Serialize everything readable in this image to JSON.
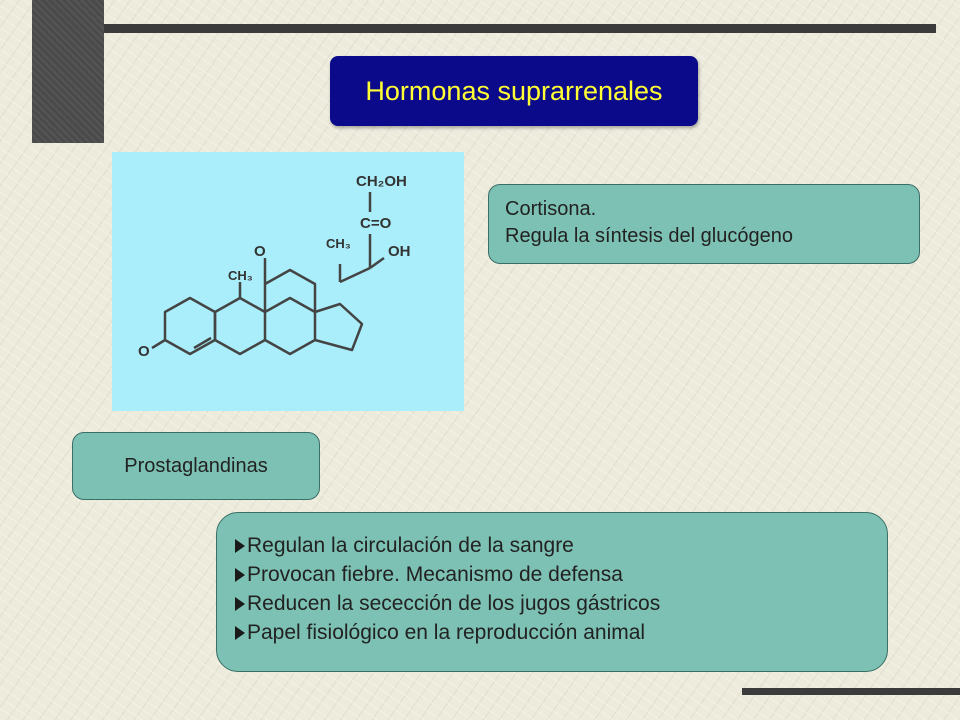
{
  "title": "Hormonas suprarrenales",
  "molecule": {
    "groups": {
      "ch2oh": "CH₂OH",
      "co": "C=O",
      "ch3_top": "CH₃",
      "oh": "OH",
      "ch3_left": "CH₃",
      "o_ketone_top": "O",
      "o_ketone_left": "O"
    }
  },
  "cortisone": {
    "line1": "Cortisona.",
    "line2": "Regula la síntesis del glucógeno"
  },
  "prostaglandinas": {
    "label": "Prostaglandinas"
  },
  "functions": {
    "items": [
      "Regulan la circulación de la sangre",
      "Provocan fiebre. Mecanismo de defensa",
      "Reducen la secección de los jugos gástricos",
      "Papel fisiológico en la reproducción animal"
    ]
  },
  "colors": {
    "title_bg": "#0a0a8a",
    "title_text": "#ffff33",
    "box_bg": "#7cc1b3",
    "molecule_bg": "#a9eefa"
  }
}
